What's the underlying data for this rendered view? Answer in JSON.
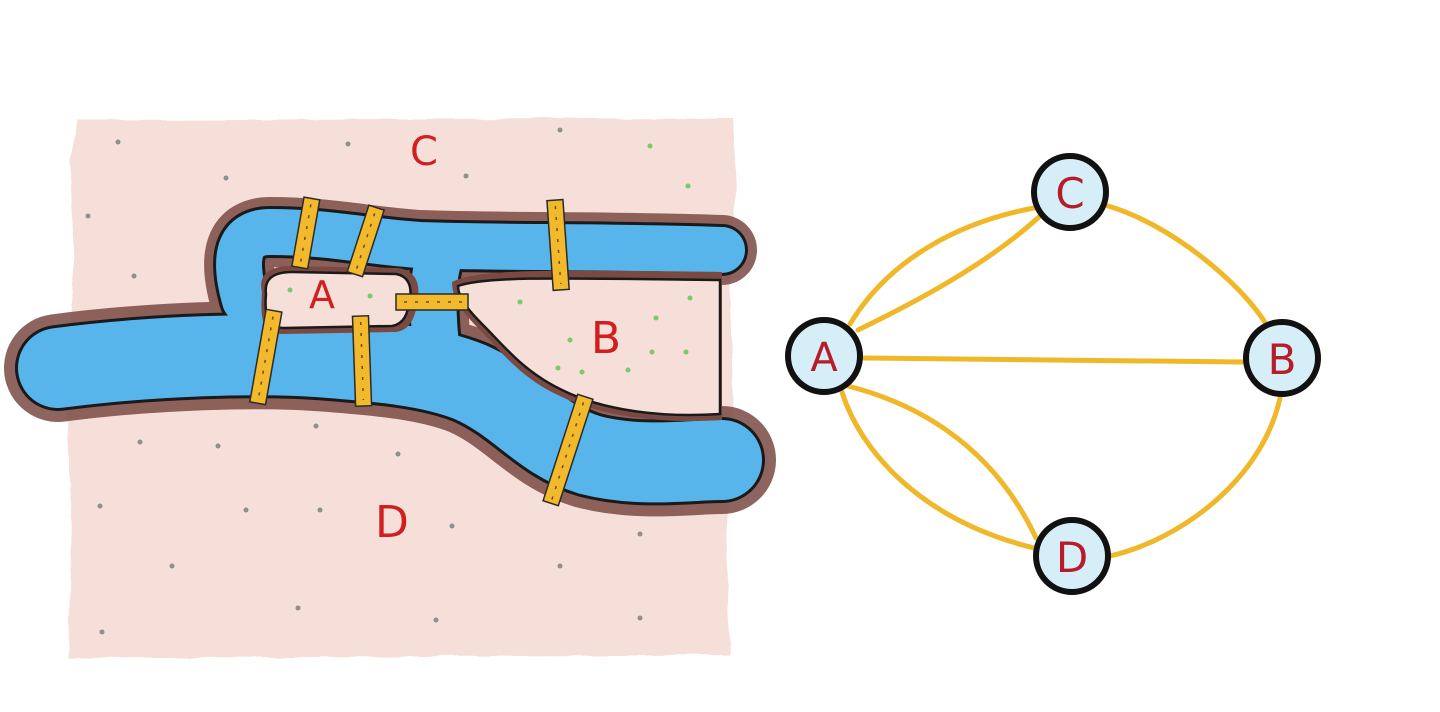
{
  "map": {
    "regions": [
      {
        "id": "C",
        "label": "C"
      },
      {
        "id": "A",
        "label": "A"
      },
      {
        "id": "B",
        "label": "B"
      },
      {
        "id": "D",
        "label": "D"
      }
    ],
    "bridge_count": 7,
    "colors": {
      "land": "#f6ded9",
      "water": "#57b5ec",
      "bank": "#6b3b34",
      "bridge": "#f2b92c",
      "grass": "#7bc96f",
      "speck": "#8f8f8f",
      "label": "#d11f1f"
    }
  },
  "graph": {
    "nodes": [
      {
        "id": "A",
        "label": "A"
      },
      {
        "id": "B",
        "label": "B"
      },
      {
        "id": "C",
        "label": "C"
      },
      {
        "id": "D",
        "label": "D"
      }
    ],
    "edges": [
      {
        "from": "A",
        "to": "C"
      },
      {
        "from": "A",
        "to": "C"
      },
      {
        "from": "A",
        "to": "B"
      },
      {
        "from": "A",
        "to": "D"
      },
      {
        "from": "A",
        "to": "D"
      },
      {
        "from": "C",
        "to": "B"
      },
      {
        "from": "D",
        "to": "B"
      }
    ],
    "colors": {
      "edge": "#f0b829",
      "node_fill": "#d6eef7",
      "node_stroke": "#111111",
      "label": "#b71c2b"
    }
  }
}
